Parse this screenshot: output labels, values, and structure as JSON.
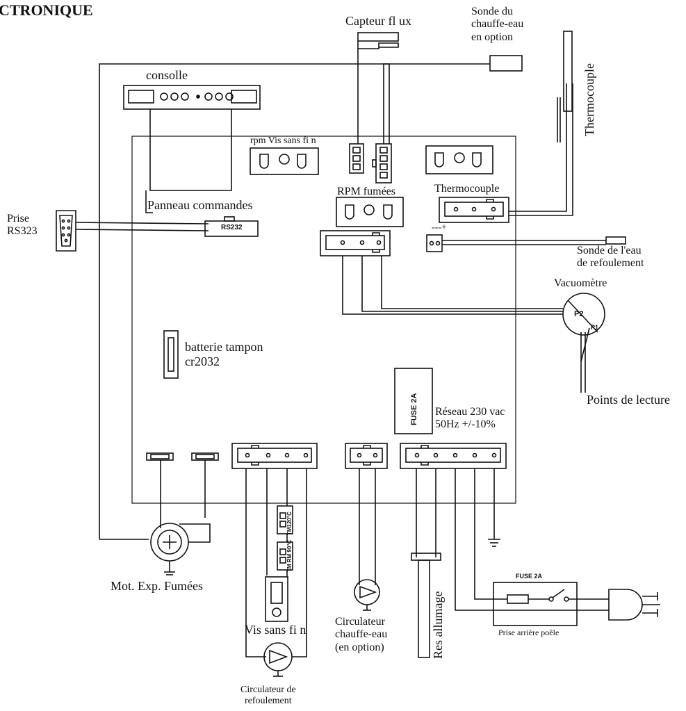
{
  "title": "CTRONIQUE",
  "labels": {
    "capteur_flux": "Capteur fl ux",
    "sonde_chauffe_eau": "Sonde du\nchauffe-eau\nen option",
    "thermocouple_vertical": "Thermocouple",
    "consolle": "consolle",
    "rpm_vis_sans_fin": "rpm Vis sans fi n",
    "rpm_fumees": "RPM fumées",
    "thermocouple_board": "Thermocouple",
    "panneau_commandes": "Panneau commandes",
    "prise_rs323": "Prise\nRS323",
    "rs232": "RS232",
    "polarity": "---+",
    "sonde_eau_refoulement": "Sonde de l'eau\nde refoulement",
    "vacuometre": "Vacuomètre",
    "p2": "P2",
    "p1": "P1",
    "batterie_tampon": "batterie tampon\ncr2032",
    "points_de_lecture": "Points de lecture",
    "fuse_board": "FUSE 2A",
    "reseau": "Réseau 230 vac\n50Hz +/-10%",
    "mot_exp_fumees": "Mot. Exp. Fumées",
    "tm_120": "TM120°C",
    "tm_90": "TM RM 90°C",
    "vis_sans_fin": "Vis sans fi n",
    "circulateur_refoulement": "Circulateur de\nrefoulement",
    "circulateur_chauffe_eau": "Circulateur\nchauffe-eau\n(en option)",
    "res_allumage": "Res allumage",
    "fuse_plug": "FUSE 2A",
    "prise_arriere": "Prise arrière poêle"
  }
}
